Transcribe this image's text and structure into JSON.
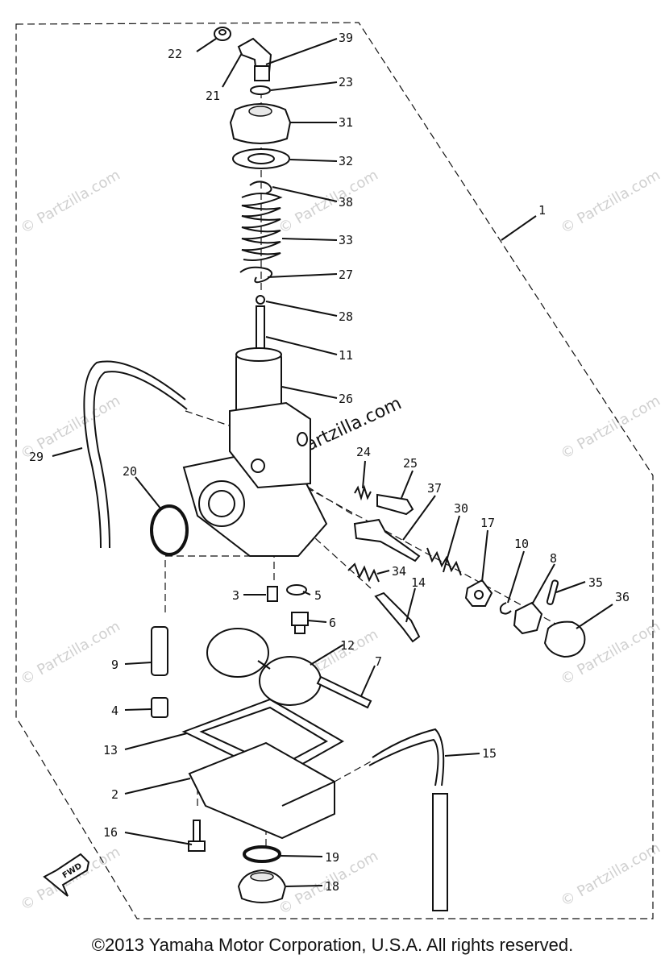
{
  "watermark": "© Partzilla.com",
  "watermark_center": "Partzilla.com",
  "copyright": "©2013  Yamaha Motor Corporation, U.S.A. All rights reserved.",
  "fwd_label": "FWD",
  "callouts": {
    "c1": "1",
    "c2": "2",
    "c3": "3",
    "c4": "4",
    "c5": "5",
    "c6": "6",
    "c7": "7",
    "c8": "8",
    "c9": "9",
    "c10": "10",
    "c11": "11",
    "c12": "12",
    "c13": "13",
    "c14": "14",
    "c15": "15",
    "c16": "16",
    "c17": "17",
    "c18": "18",
    "c19": "19",
    "c20": "20",
    "c21": "21",
    "c22": "22",
    "c23": "23",
    "c24": "24",
    "c25": "25",
    "c26": "26",
    "c27": "27",
    "c28": "28",
    "c29": "29",
    "c30": "30",
    "c31": "31",
    "c32": "32",
    "c33": "33",
    "c34": "34",
    "c35": "35",
    "c36": "36",
    "c37": "37",
    "c38": "38",
    "c39": "39"
  }
}
